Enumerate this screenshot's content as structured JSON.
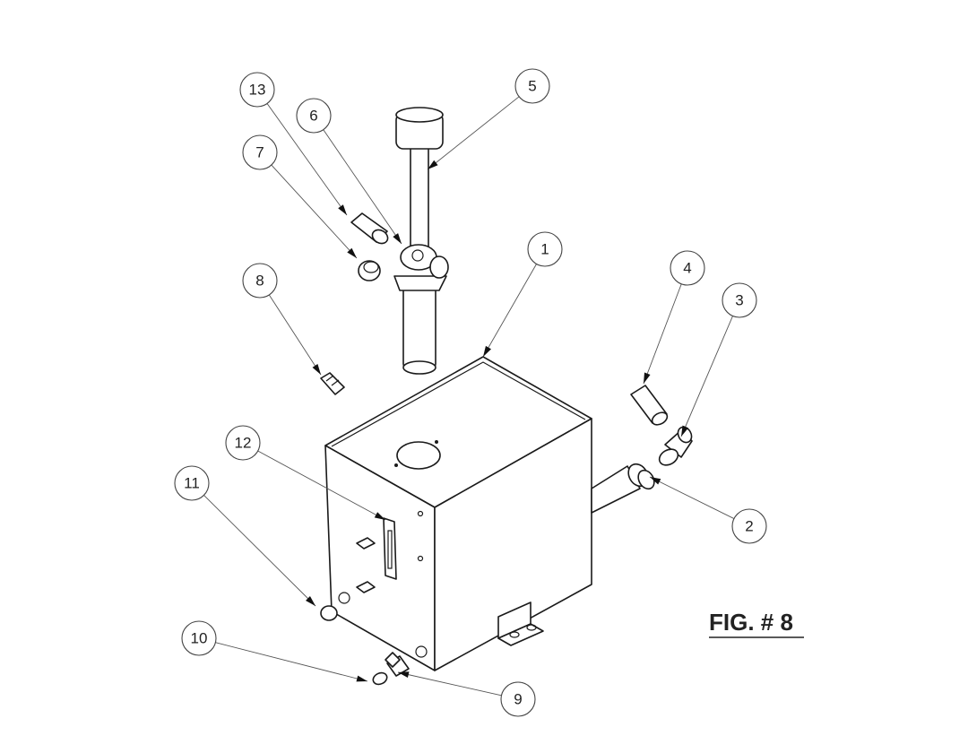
{
  "figure_label": "FIG. # 8",
  "callouts": [
    "1",
    "2",
    "3",
    "4",
    "5",
    "6",
    "7",
    "8",
    "9",
    "10",
    "11",
    "12",
    "13"
  ]
}
